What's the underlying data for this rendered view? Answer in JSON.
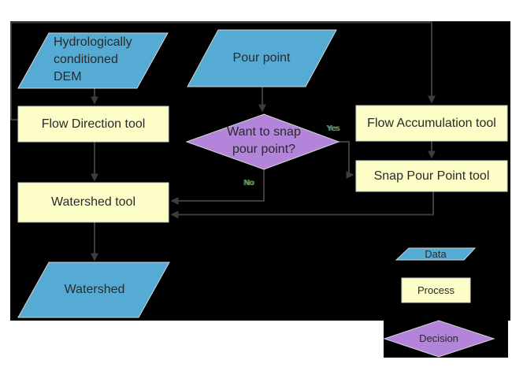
{
  "diagram": {
    "nodes": {
      "dem": {
        "type": "data",
        "lines": [
          "Hydrologically",
          "conditioned",
          "DEM"
        ]
      },
      "pour_point": {
        "type": "data",
        "label": "Pour point"
      },
      "flow_direction": {
        "type": "process",
        "label": "Flow Direction tool"
      },
      "flow_accumulation": {
        "type": "process",
        "label": "Flow Accumulation tool"
      },
      "snap_decision": {
        "type": "decision",
        "lines": [
          "Want to snap",
          "pour point?"
        ]
      },
      "snap_pour_point": {
        "type": "process",
        "label": "Snap Pour Point tool"
      },
      "watershed_tool": {
        "type": "process",
        "label": "Watershed tool"
      },
      "watershed": {
        "type": "data",
        "label": "Watershed"
      }
    },
    "edge_labels": {
      "yes": "Yes",
      "no": "No"
    },
    "legend": {
      "data_label": "Data",
      "process_label": "Process",
      "decision_label": "Decision"
    },
    "colors": {
      "panel_background": "#000000",
      "data_fill": "#56abd4",
      "process_fill": "#fdfdc8",
      "decision_fill": "#b285da",
      "connector": "#3d3d3d",
      "shape_border": "#d4d4d4",
      "text": "#2a2a2a"
    }
  }
}
